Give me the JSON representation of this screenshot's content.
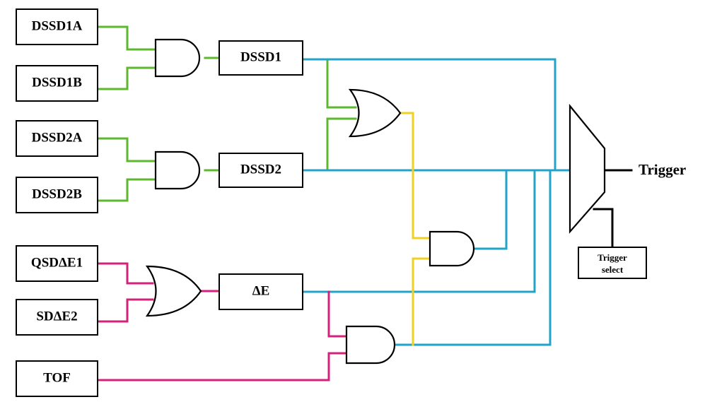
{
  "inputs": {
    "dssd1a": "DSSD1A",
    "dssd1b": "DSSD1B",
    "dssd2a": "DSSD2A",
    "dssd2b": "DSSD2B",
    "qsde1": "QSDΔE1",
    "sde2": "SDΔE2",
    "tof": "TOF"
  },
  "signals": {
    "dssd1": "DSSD1",
    "dssd2": "DSSD2",
    "de": "ΔE"
  },
  "output": {
    "trigger": "Trigger",
    "trigger_select_line1": "Trigger",
    "trigger_select_line2": "select"
  },
  "colors": {
    "green": "#5cb82d",
    "blue": "#22a3c9",
    "pink": "#d4217b",
    "yellow": "#f1d11f"
  }
}
